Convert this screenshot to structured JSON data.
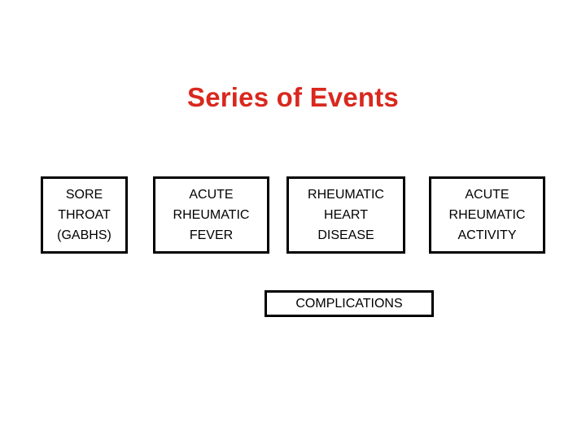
{
  "slide": {
    "title": "Series of Events",
    "title_color": "#D9281E",
    "background_color": "#FFFFFF",
    "border_color": "#000000",
    "text_color": "#000000"
  },
  "flow": {
    "boxes": [
      {
        "id": "sore-throat",
        "lines": [
          "SORE",
          "THROAT",
          "(GABHS)"
        ]
      },
      {
        "id": "acute-rheumatic-fever",
        "lines": [
          "ACUTE",
          "RHEUMATIC",
          "FEVER"
        ]
      },
      {
        "id": "rheumatic-heart-disease",
        "lines": [
          "RHEUMATIC",
          "HEART",
          "DISEASE"
        ]
      },
      {
        "id": "acute-rheumatic-activity",
        "lines": [
          "ACUTE",
          "RHEUMATIC",
          "ACTIVITY"
        ]
      }
    ]
  },
  "complications": {
    "label": "COMPLICATIONS"
  }
}
